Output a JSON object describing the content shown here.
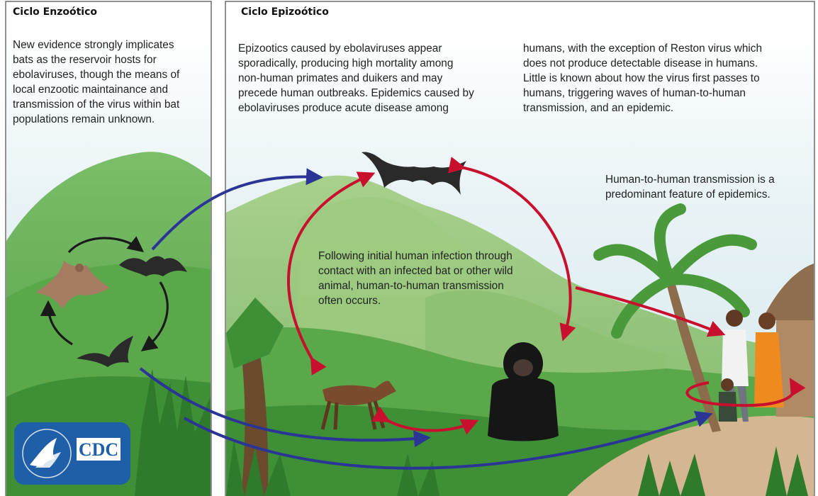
{
  "enzootic": {
    "title": "Ciclo Enzoótico",
    "body_lines": [
      "New evidence strongly implicates",
      "bats as the reservoir hosts for",
      "ebolaviruses, though the means of",
      "local enzootic maintainance and",
      "transmission of the virus within bat",
      "populations remain unknown."
    ]
  },
  "epizootic": {
    "title": "Ciclo Epizoótico",
    "left_lines": [
      "Epizootics caused by ebolaviruses appear",
      "sporadically, producing high mortality among",
      "non-human primates and duikers and may",
      "precede human outbreaks. Epidemics caused by",
      "ebolaviruses produce acute disease among"
    ],
    "right_lines": [
      "humans, with the exception of Reston virus which",
      "does not produce detectable disease in humans.",
      "Little is known about how the virus first passes to",
      "humans, triggering waves of human-to-human",
      "transmission, and an epidemic."
    ],
    "human_note_lines": [
      "Human-to-human transmission is a",
      "predominant feature of epidemics."
    ],
    "center_note_lines": [
      "Following initial human infection through",
      "contact with an infected bat or other wild",
      "animal, human-to-human transmission",
      "often occurs."
    ]
  },
  "logo": {
    "text": "CDC"
  },
  "colors": {
    "enzootic_arrow": "#1a1a1a",
    "spillover_arrow": "#2a3596",
    "epizootic_arrow": "#c8102e",
    "logo_blue": "#1f5fa8"
  }
}
